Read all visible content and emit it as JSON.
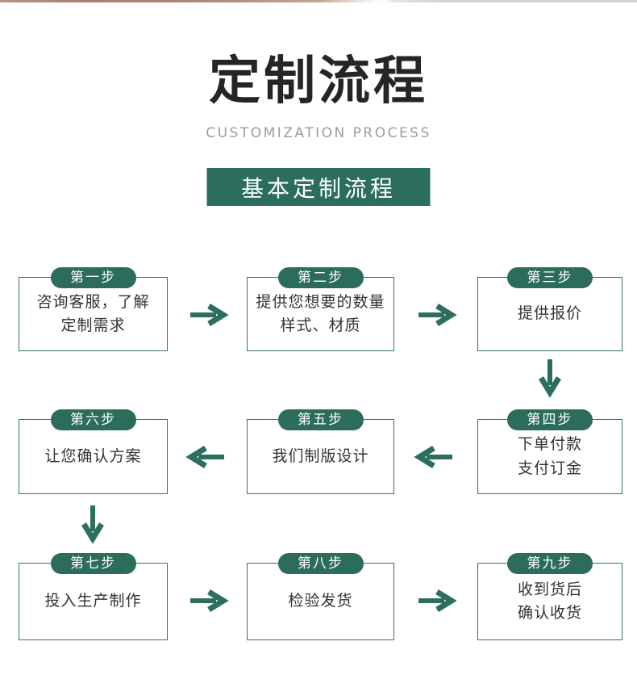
{
  "meta": {
    "accent_color": "#2e6e5f",
    "badge_color": "#2c6c5d",
    "banner_color": "#2b6e5e",
    "background_color": "#ffffff",
    "top_strip_left_color": "#a97e6a",
    "top_strip_right_color": "#ccd5cf"
  },
  "header": {
    "title": "定制流程",
    "subtitle": "CUSTOMIZATION PROCESS"
  },
  "banner": {
    "label": "基本定制流程"
  },
  "flow": {
    "steps": [
      {
        "badge": "第一步",
        "text": "咨询客服，了解\n定制需求"
      },
      {
        "badge": "第二步",
        "text": "提供您想要的数量\n样式、材质"
      },
      {
        "badge": "第三步",
        "text": "提供报价"
      },
      {
        "badge": "第四步",
        "text": "下单付款\n支付订金"
      },
      {
        "badge": "第五步",
        "text": "我们制版设计"
      },
      {
        "badge": "第六步",
        "text": "让您确认方案"
      },
      {
        "badge": "第七步",
        "text": "投入生产制作"
      },
      {
        "badge": "第八步",
        "text": "检验发货"
      },
      {
        "badge": "第九步",
        "text": "收到货后\n确认收货"
      }
    ]
  }
}
